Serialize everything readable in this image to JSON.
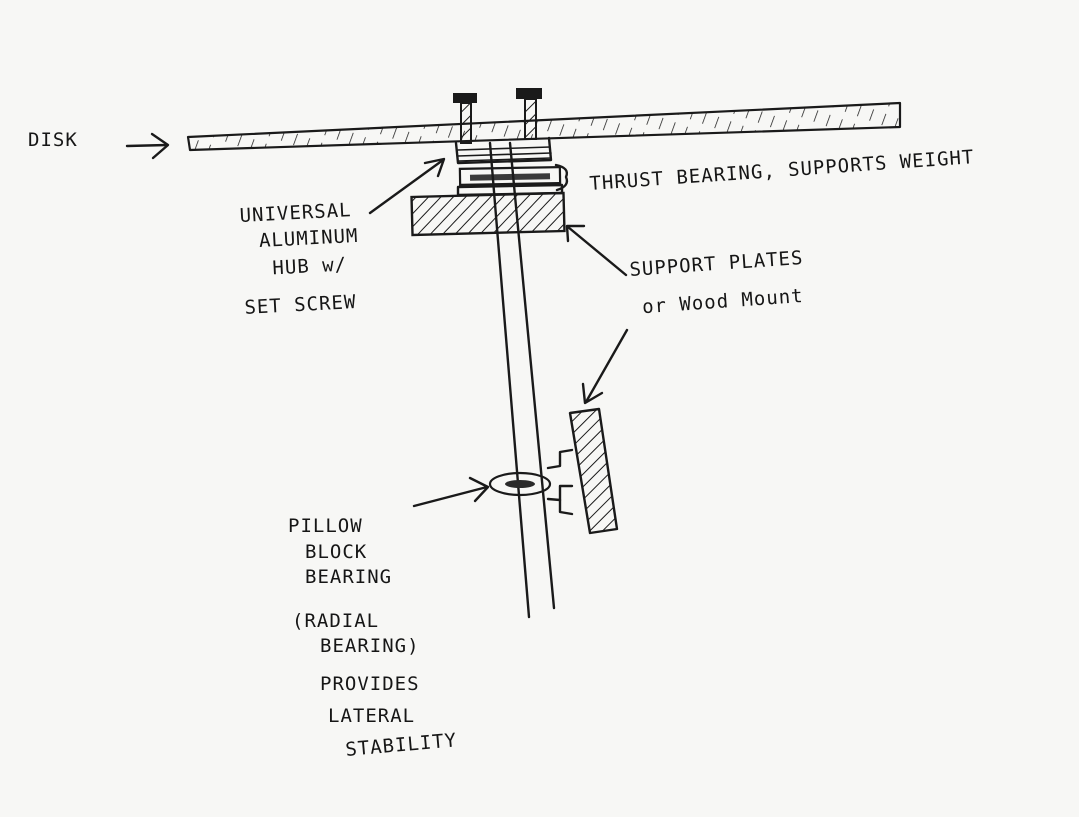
{
  "labels": {
    "disk": "DISK",
    "thrust_bearing": "THRUST BEARING, SUPPORTS WEIGHT",
    "hub": [
      "UNIVERSAL",
      "ALUMINUM",
      "HUB w/",
      "SET SCREW"
    ],
    "support_plates": [
      "SUPPORT PLATES",
      "or Wood Mount"
    ],
    "pillow_block": [
      "PILLOW",
      "BLOCK",
      "BEARING",
      "(RADIAL",
      "BEARING)",
      "PROVIDES",
      "LATERAL",
      "STABILITY"
    ]
  }
}
